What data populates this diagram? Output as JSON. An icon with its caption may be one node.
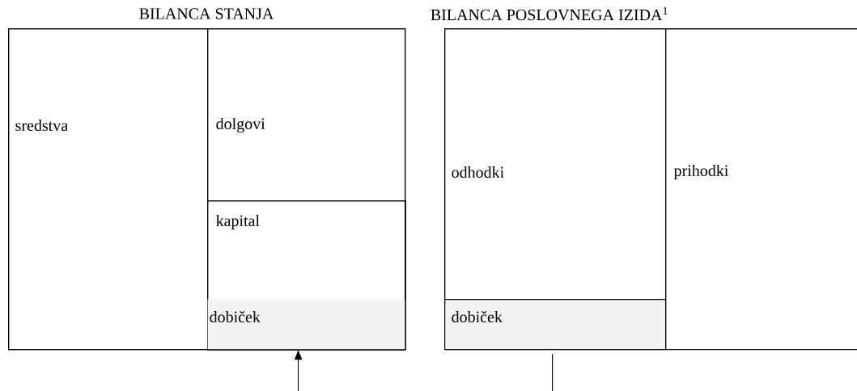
{
  "diagram": {
    "nodes": [
      {
        "text": [
          "BILANCA STANJA"
        ]
      },
      {
        "text": [
          "sredstva"
        ],
        "in": 0
      },
      {
        "text": [
          "dolgovi"
        ],
        "in": 0
      },
      {
        "text": [
          "kapital"
        ],
        "in": 0
      },
      {
        "text": [
          "dobiček"
        ],
        "in": 3
      },
      {
        "text": [
          "BILANCA POSLOVNEGA IZIDA$^{1}$"
        ]
      },
      {
        "text": [
          "odhodki"
        ],
        "in": 5
      },
      {
        "text": [
          "dobiček"
        ],
        "in": 5
      },
      {
        "text": [
          "prihodki"
        ],
        "in": 5
      }
    ],
    "edges": [
      {
        "from": null,
        "to": 4,
        "arrow": "to"
      },
      {
        "from": 7,
        "to": null,
        "arrow": "none"
      }
    ]
  }
}
